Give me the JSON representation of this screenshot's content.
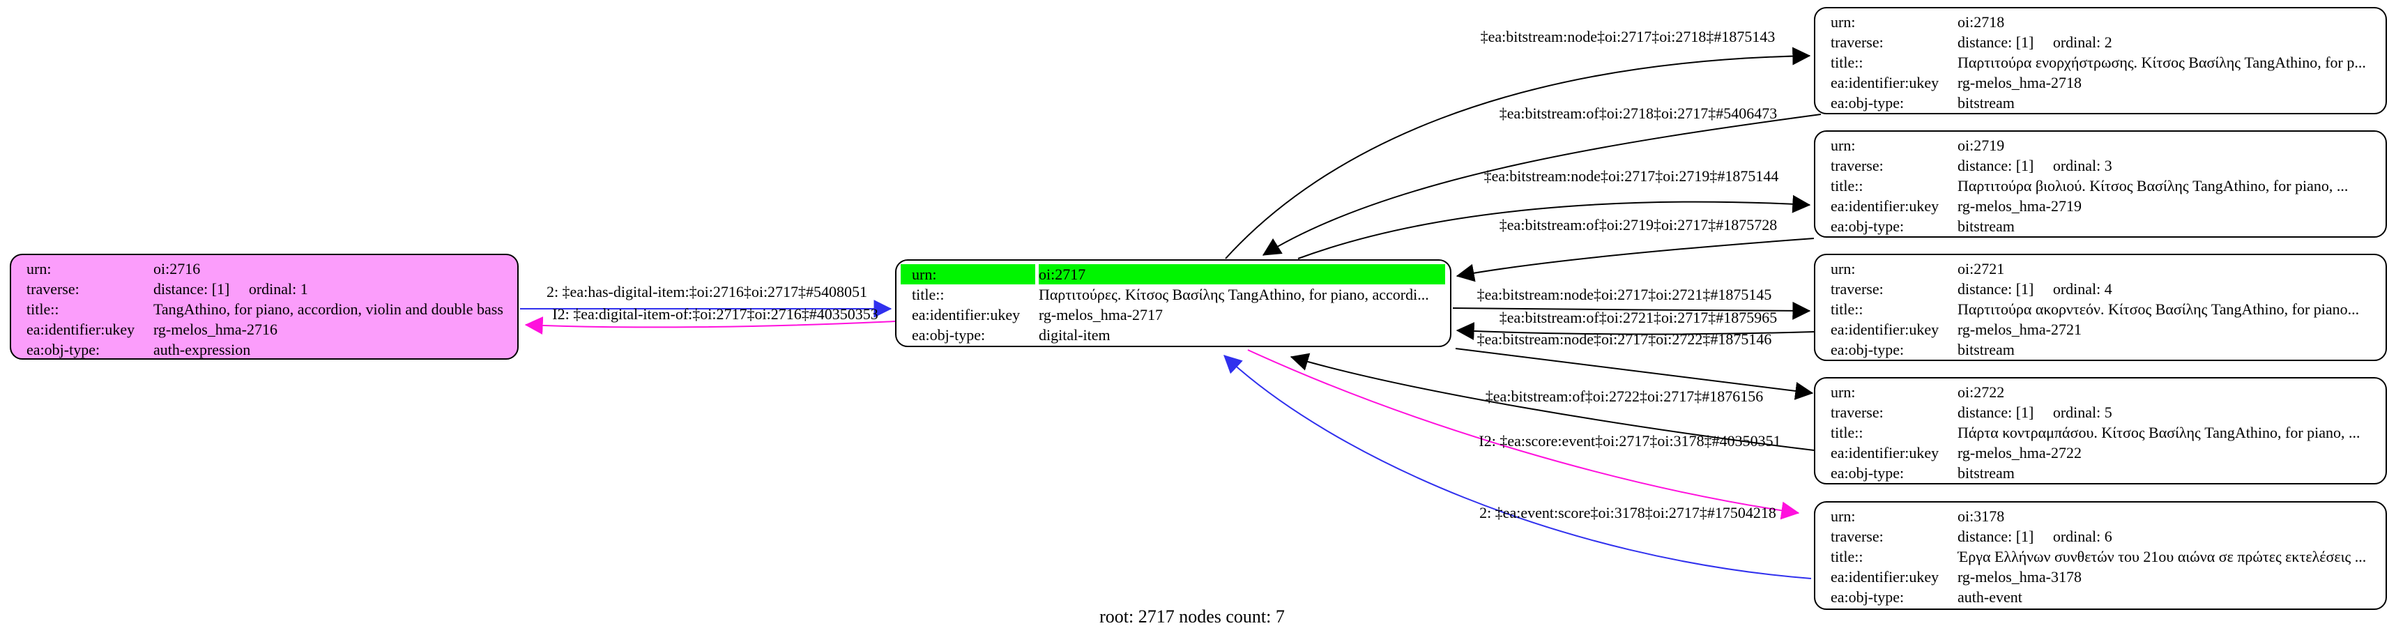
{
  "graph": {
    "caption": "root: 2717 nodes count: 7"
  },
  "colors": {
    "root_expression_fill": "#fb9dfb",
    "highlight_green": "#00f500",
    "edge_black": "#000000",
    "edge_blue": "#3030ee",
    "edge_magenta": "#ff10dd",
    "node_border": "#000000",
    "background": "#ffffff"
  },
  "nodes": {
    "n2716": {
      "rows": [
        {
          "label": "urn:",
          "value": "oi:2716"
        },
        {
          "label": "traverse:",
          "value": "distance: [1]     ordinal: 1"
        },
        {
          "label": "title::",
          "value": "TangAthino, for piano, accordion, violin and double bass"
        },
        {
          "label": "ea:identifier:ukey",
          "value": "rg-melos_hma-2716"
        },
        {
          "label": "ea:obj-type:",
          "value": "auth-expression"
        }
      ]
    },
    "n2717": {
      "rows": [
        {
          "label": "urn:",
          "value": "oi:2717"
        },
        {
          "label": "title::",
          "value": "Παρτιτούρες. Κίτσος Βασίλης TangAthino, for piano, accordi..."
        },
        {
          "label": "ea:identifier:ukey",
          "value": "rg-melos_hma-2717"
        },
        {
          "label": "ea:obj-type:",
          "value": "digital-item"
        }
      ]
    },
    "n2718": {
      "rows": [
        {
          "label": "urn:",
          "value": "oi:2718"
        },
        {
          "label": "traverse:",
          "value": "distance: [1]     ordinal: 2"
        },
        {
          "label": "title::",
          "value": "Παρτιτούρα ενορχήστρωσης. Κίτσος Βασίλης TangAthino, for p..."
        },
        {
          "label": "ea:identifier:ukey",
          "value": "rg-melos_hma-2718"
        },
        {
          "label": "ea:obj-type:",
          "value": "bitstream"
        }
      ]
    },
    "n2719": {
      "rows": [
        {
          "label": "urn:",
          "value": "oi:2719"
        },
        {
          "label": "traverse:",
          "value": "distance: [1]     ordinal: 3"
        },
        {
          "label": "title::",
          "value": "Παρτιτούρα βιολιού. Κίτσος Βασίλης TangAthino, for piano, ..."
        },
        {
          "label": "ea:identifier:ukey",
          "value": "rg-melos_hma-2719"
        },
        {
          "label": "ea:obj-type:",
          "value": "bitstream"
        }
      ]
    },
    "n2721": {
      "rows": [
        {
          "label": "urn:",
          "value": "oi:2721"
        },
        {
          "label": "traverse:",
          "value": "distance: [1]     ordinal: 4"
        },
        {
          "label": "title::",
          "value": "Παρτιτούρα ακορντεόν. Κίτσος Βασίλης TangAthino, for piano..."
        },
        {
          "label": "ea:identifier:ukey",
          "value": "rg-melos_hma-2721"
        },
        {
          "label": "ea:obj-type:",
          "value": "bitstream"
        }
      ]
    },
    "n2722": {
      "rows": [
        {
          "label": "urn:",
          "value": "oi:2722"
        },
        {
          "label": "traverse:",
          "value": "distance: [1]     ordinal: 5"
        },
        {
          "label": "title::",
          "value": "Πάρτα κοντραμπάσου. Κίτσος Βασίλης TangAthino, for piano, ..."
        },
        {
          "label": "ea:identifier:ukey",
          "value": "rg-melos_hma-2722"
        },
        {
          "label": "ea:obj-type:",
          "value": "bitstream"
        }
      ]
    },
    "n3178": {
      "rows": [
        {
          "label": "urn:",
          "value": "oi:3178"
        },
        {
          "label": "traverse:",
          "value": "distance: [1]     ordinal: 6"
        },
        {
          "label": "title::",
          "value": "Έργα Ελλήνων συνθετών του 21ου αιώνα σε πρώτες εκτελέσεις ..."
        },
        {
          "label": "ea:identifier:ukey",
          "value": "rg-melos_hma-3178"
        },
        {
          "label": "ea:obj-type:",
          "value": "auth-event"
        }
      ]
    }
  },
  "edges": [
    {
      "label": "‡ea:bitstream:node‡oi:2717‡oi:2718‡#1875143",
      "color": "black"
    },
    {
      "label": "‡ea:bitstream:of‡oi:2718‡oi:2717‡#5406473",
      "color": "black"
    },
    {
      "label": "‡ea:bitstream:node‡oi:2717‡oi:2719‡#1875144",
      "color": "black"
    },
    {
      "label": "‡ea:bitstream:of‡oi:2719‡oi:2717‡#1875728",
      "color": "black"
    },
    {
      "label": "‡ea:bitstream:node‡oi:2717‡oi:2721‡#1875145",
      "color": "black"
    },
    {
      "label": "‡ea:bitstream:of‡oi:2721‡oi:2717‡#1875965",
      "color": "black"
    },
    {
      "label": "‡ea:bitstream:node‡oi:2717‡oi:2722‡#1875146",
      "color": "black"
    },
    {
      "label": "‡ea:bitstream:of‡oi:2722‡oi:2717‡#1876156",
      "color": "black"
    },
    {
      "label": "I2: ‡ea:score:event‡oi:2717‡oi:3178‡#40350351",
      "color": "magenta"
    },
    {
      "label": "2: ‡ea:event:score‡oi:3178‡oi:2717‡#17504218",
      "color": "blue"
    },
    {
      "label": "2: ‡ea:has-digital-item:‡oi:2716‡oi:2717‡#5408051",
      "color": "blue"
    },
    {
      "label": "I2: ‡ea:digital-item-of:‡oi:2717‡oi:2716‡#40350353",
      "color": "magenta"
    }
  ]
}
